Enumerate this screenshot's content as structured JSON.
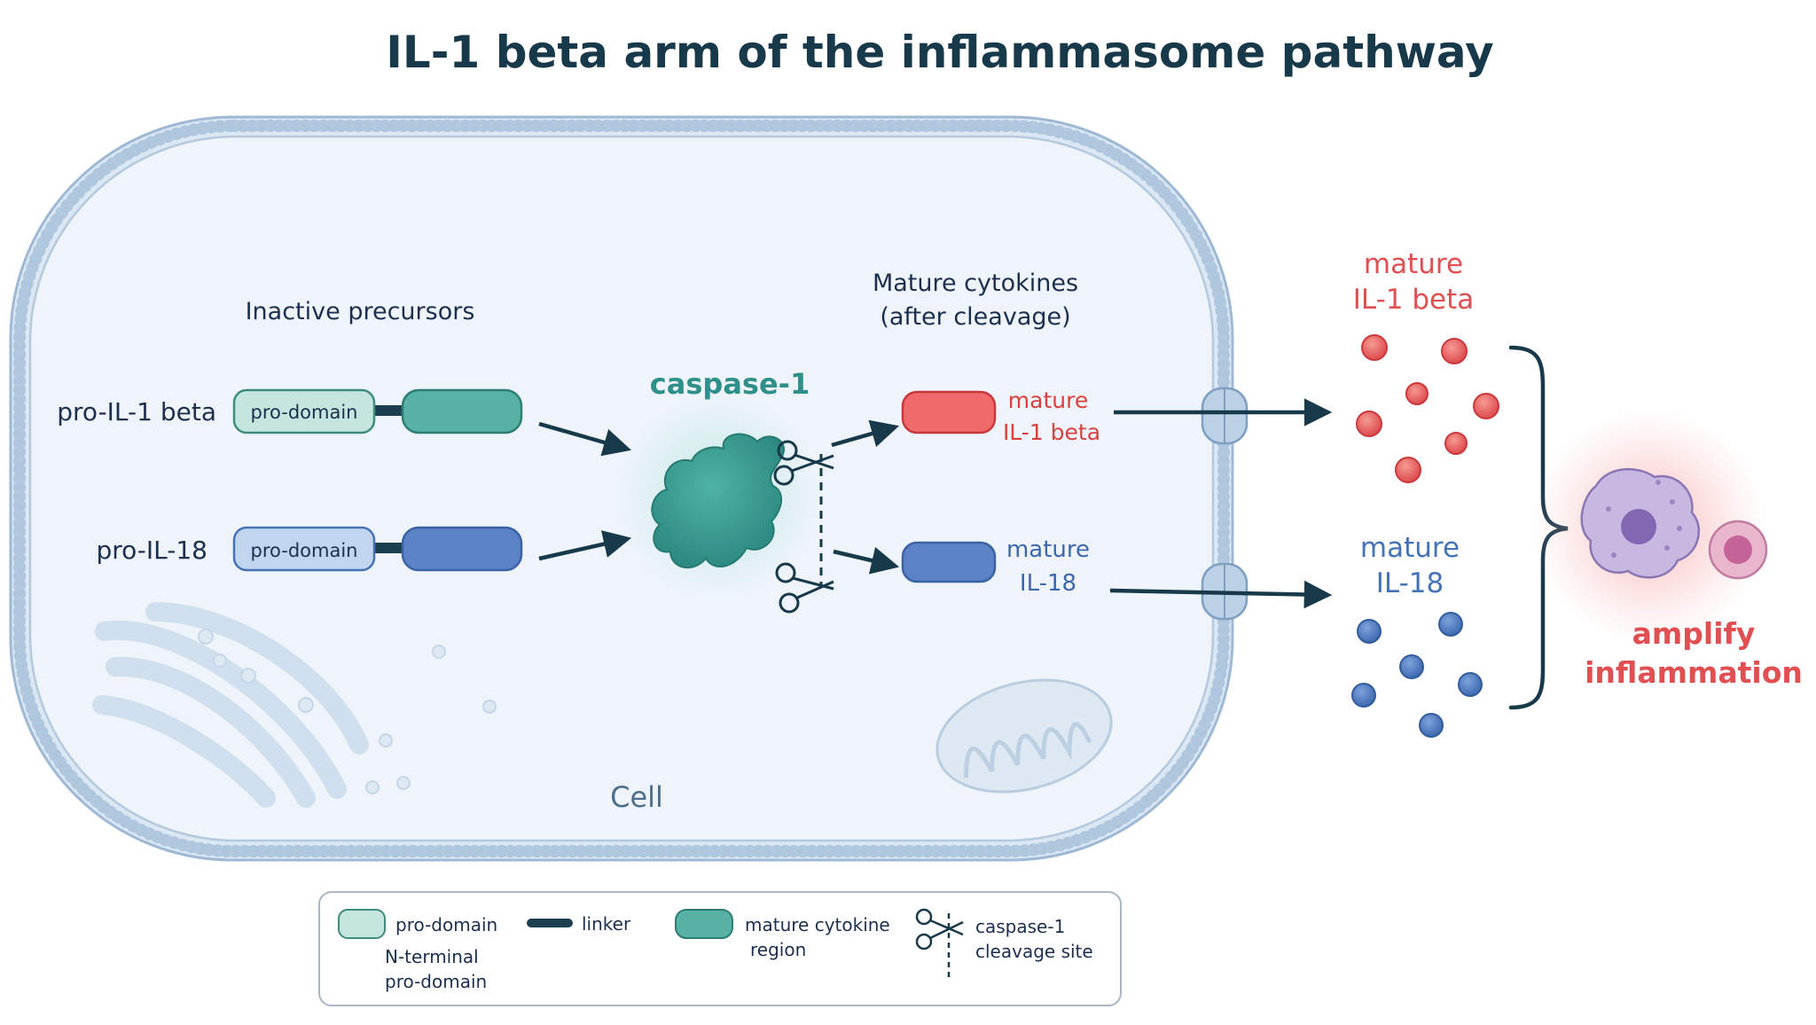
{
  "title": "IL-1 beta arm of the inflammasome pathway",
  "cell": {
    "label": "Cell",
    "precursors_heading": "Inactive precursors",
    "mature_heading_line1": "Mature cytokines",
    "mature_heading_line2": "(after cleavage)",
    "enzyme_label": "caspase-1"
  },
  "precursors": [
    {
      "name": "pro-IL-1 beta",
      "domain_label": "pro-domain"
    },
    {
      "name": "pro-IL-18",
      "domain_label": "pro-domain"
    }
  ],
  "mature_inside": [
    {
      "line1": "mature",
      "line2": "IL-1 beta"
    },
    {
      "line1": "mature",
      "line2": "IL-18"
    }
  ],
  "released": [
    {
      "line1": "mature",
      "line2": "IL-1 beta"
    },
    {
      "line1": "mature",
      "line2": "IL-18"
    }
  ],
  "outcome": {
    "line1": "amplify",
    "line2": "inflammation"
  },
  "legend": {
    "prodomain_label": "pro-domain",
    "prodomain_desc_line1": "N-terminal",
    "prodomain_desc_line2": "pro-domain",
    "linker_label": "linker",
    "mature_label_line1": "mature cytokine",
    "mature_label_line2": "region",
    "cleavage_label_line1": "caspase-1",
    "cleavage_label_line2": "cleavage site"
  },
  "colors": {
    "title": "#17394a",
    "dark_text": "#1d2f4f",
    "teal": "#2f8f8a",
    "il1b_red": "#e05052",
    "il18_blue": "#4573b6",
    "prodomain_fill": "#c5e6de",
    "prodomain_blue_fill": "#c2d5ee",
    "cytokine_teal_fill": "#58b1a5",
    "cytokine_blue_fill": "#5a82c4",
    "membrane": "#a9c3dc",
    "cytoplasm": "#eef4fa"
  }
}
